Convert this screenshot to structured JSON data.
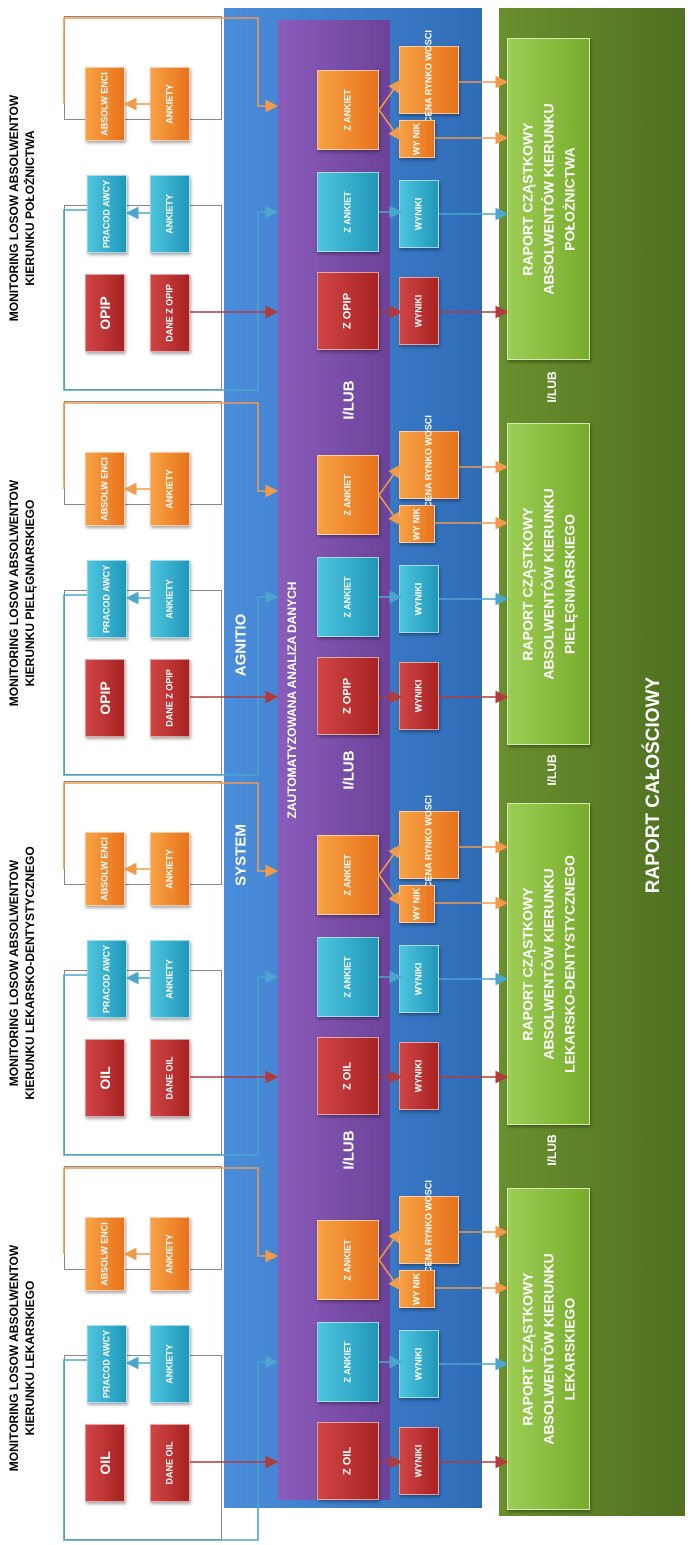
{
  "sections": [
    {
      "title_line1": "MONITORING LOSOW ABSOLWENTOW",
      "title_line2": "KIERUNKU POŁOŻNICTWA",
      "source_label": "OPIP",
      "source_data_label": "DANE Z OPIP",
      "employers_label": "PRACOD AWCY",
      "employers_survey_label": "ANKIETY",
      "graduates_label": "ABSOLW ENCI",
      "graduates_survey_label": "ANKIETY",
      "from_source_label": "Z OPIP",
      "from_employer_survey_label": "Z ANKIET",
      "from_graduate_survey_label": "Z ANKIET",
      "results_source_label": "WYNIKI",
      "results_employers_label": "WYNIKI",
      "results_graduates_label": "WY NIK",
      "market_label": "OCENA RYNKO WOSCI",
      "report_line1": "RAPORT CZĄSTKOWY",
      "report_line2": "ABSOLWENTÓW KIERUNKU",
      "report_line3": "POŁOŻNICTWA"
    },
    {
      "title_line1": "MONITORING LOSOW ABSOLWENTOW",
      "title_line2": "KIERUNKU PIELĘGNIARSKIEGO",
      "source_label": "OPIP",
      "source_data_label": "DANE Z OPIP",
      "employers_label": "PRACOD AWCY",
      "employers_survey_label": "ANKIETY",
      "graduates_label": "ABSOLW ENCI",
      "graduates_survey_label": "ANKIETY",
      "from_source_label": "Z OPIP",
      "from_employer_survey_label": "Z ANKIET",
      "from_graduate_survey_label": "Z ANKIET",
      "results_source_label": "WYNIKI",
      "results_employers_label": "WYNIKI",
      "results_graduates_label": "WY NIK",
      "market_label": "OCENA RYNKO WOSCI",
      "report_line1": "RAPORT CZĄSTKOWY",
      "report_line2": "ABSOLWENTÓW KIERUNKU",
      "report_line3": "PIELĘGNIARSKIEGO"
    },
    {
      "title_line1": "MONITORING LOSOW ABSOLWENTOW",
      "title_line2": "KIERUNKU LEKARSKO-DENTYSTYCZNEGO",
      "source_label": "OIL",
      "source_data_label": "DANE OIL",
      "employers_label": "PRACOD AWCY",
      "employers_survey_label": "ANKIETY",
      "graduates_label": "ABSOLW ENCI",
      "graduates_survey_label": "ANKIETY",
      "from_source_label": "Z OIL",
      "from_employer_survey_label": "Z ANKIET",
      "from_graduate_survey_label": "Z ANKIET",
      "results_source_label": "WYNIKI",
      "results_employers_label": "WYNIKI",
      "results_graduates_label": "WY NIK",
      "market_label": "OCENA RYNKO WOSCI",
      "report_line1": "RAPORT CZĄSTKOWY",
      "report_line2": "ABSOLWENTÓW KIERUNKU",
      "report_line3": "LEKARSKO-DENTYSTYCZNEGO"
    },
    {
      "title_line1": "MONITORING LOSOW ABSOLWENTOW",
      "title_line2": "KIERUNKU LEKARSKIEGO",
      "source_label": "OIL",
      "source_data_label": "DANE OIL",
      "employers_label": "PRACOD AWCY",
      "employers_survey_label": "ANKIETY",
      "graduates_label": "ABSOLW ENCI",
      "graduates_survey_label": "ANKIETY",
      "from_source_label": "Z OIL",
      "from_employer_survey_label": "Z ANKIET",
      "from_graduate_survey_label": "Z ANKIET",
      "results_source_label": "WYNIKI",
      "results_employers_label": "WYNIKI",
      "results_graduates_label": "WY NIK",
      "market_label": "OCENA RYNKO WOSCI",
      "report_line1": "RAPORT CZĄSTKOWY",
      "report_line2": "ABSOLWENTÓW KIERUNKU",
      "report_line3": "LEKARSKIEGO"
    }
  ],
  "system_panel": {
    "label_part1": "SYSTEM",
    "label_part2": "AGNITIO"
  },
  "analysis_panel": {
    "label": "ZAUTOMATYZOWANA ANALIZA DANYCH",
    "or_label": "I/LUB"
  },
  "report_panel": {
    "label": "RAPORT CAŁOŚCIOWY",
    "or_label": "I/LUB"
  },
  "colors": {
    "system_blue": "#3b7fd0",
    "analysis_purple": "#7a4da8",
    "report_green": "#5e7f2a",
    "report_box_green": "#8cc043",
    "source_red": "#b93030",
    "survey_orange": "#f08a2d",
    "survey_teal": "#2fabc9",
    "arrow_orange": "#f09a4a",
    "arrow_blue": "#4aa6cc",
    "arrow_red": "#b23a3a"
  }
}
